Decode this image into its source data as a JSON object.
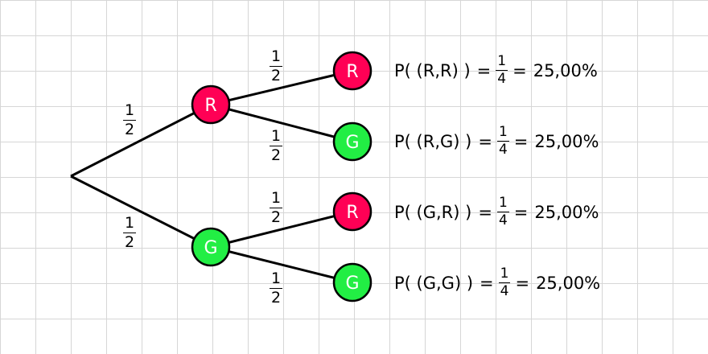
{
  "colors": {
    "red_node": "#ff0055",
    "green_node": "#22ee44",
    "edge": "#000000",
    "grid": "#d6d6d6"
  },
  "tree": {
    "level1": [
      {
        "label": "R",
        "color": "red",
        "prob": {
          "num": "1",
          "den": "2"
        }
      },
      {
        "label": "G",
        "color": "green",
        "prob": {
          "num": "1",
          "den": "2"
        }
      }
    ],
    "level2": [
      {
        "label": "R",
        "color": "red",
        "prob": {
          "num": "1",
          "den": "2"
        }
      },
      {
        "label": "G",
        "color": "green",
        "prob": {
          "num": "1",
          "den": "2"
        }
      },
      {
        "label": "R",
        "color": "red",
        "prob": {
          "num": "1",
          "den": "2"
        }
      },
      {
        "label": "G",
        "color": "green",
        "prob": {
          "num": "1",
          "den": "2"
        }
      }
    ]
  },
  "results": [
    {
      "lhs": "P( (R,R) )",
      "eq": "=",
      "frac": {
        "num": "1",
        "den": "4"
      },
      "eq2": "=",
      "pct": "25,00%"
    },
    {
      "lhs": "P( (R,G) )",
      "eq": "=",
      "frac": {
        "num": "1",
        "den": "4"
      },
      "eq2": "=",
      "pct": "25,00%"
    },
    {
      "lhs": "P( (G,R) )",
      "eq": "=",
      "frac": {
        "num": "1",
        "den": "4"
      },
      "eq2": "=",
      "pct": "25,00%"
    },
    {
      "lhs": "P( (G,G) )",
      "eq": "=",
      "frac": {
        "num": "1",
        "den": "4"
      },
      "eq2": "=",
      "pct": "25,00%"
    }
  ]
}
